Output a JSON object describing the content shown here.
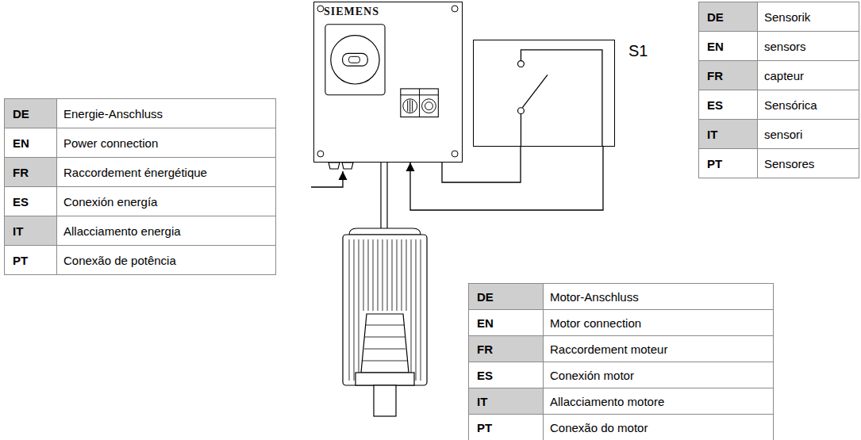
{
  "diagram": {
    "nodes": [
      {
        "text": [
          "SIEMENS"
        ]
      },
      {
        "text": [
          "S1"
        ]
      }
    ],
    "edges": [
      {
        "from": 1,
        "to": 0,
        "arrow": "to"
      }
    ],
    "labels": [
      "DE",
      "Energie-Anschluss",
      "EN",
      "Power connection",
      "FR",
      "Raccordement énergétique",
      "ES",
      "Conexión energía",
      "IT",
      "Allacciamento energia",
      "PT",
      "Conexão de potência",
      "DE",
      "Sensorik",
      "EN",
      "sensors",
      "FR",
      "capteur",
      "ES",
      "Sensórica",
      "IT",
      "sensori",
      "PT",
      "Sensores",
      "DE",
      "Motor-Anschluss",
      "EN",
      "Motor connection",
      "FR",
      "Raccordement moteur",
      "ES",
      "Conexión motor",
      "IT",
      "Allacciamento motore",
      "PT",
      "Conexão do motor"
    ]
  }
}
